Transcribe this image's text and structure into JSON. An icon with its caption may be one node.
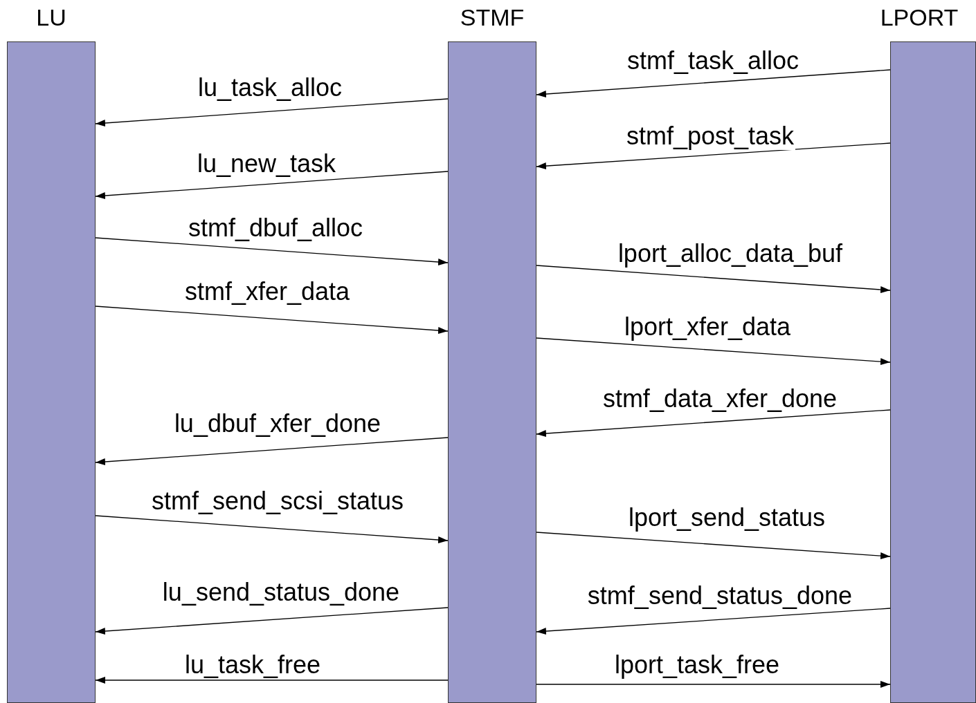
{
  "diagram": {
    "nodes": [
      {
        "text": [
          "LU"
        ]
      },
      {
        "text": [
          "STMF"
        ]
      },
      {
        "text": [
          "LPORT"
        ]
      }
    ],
    "edges": [
      {
        "from": 2,
        "to": 1,
        "arrow": "to",
        "label": "stmf_task_alloc"
      },
      {
        "from": 1,
        "to": 0,
        "arrow": "to",
        "label": "lu_task_alloc"
      },
      {
        "from": 2,
        "to": 1,
        "arrow": "to",
        "label": "stmf_post_task"
      },
      {
        "from": 1,
        "to": 0,
        "arrow": "to",
        "label": "lu_new_task"
      },
      {
        "from": 0,
        "to": 1,
        "arrow": "to",
        "label": "stmf_dbuf_alloc"
      },
      {
        "from": 1,
        "to": 2,
        "arrow": "to",
        "label": "lport_alloc_data_buf"
      },
      {
        "from": 0,
        "to": 1,
        "arrow": "to",
        "label": "stmf_xfer_data"
      },
      {
        "from": 1,
        "to": 2,
        "arrow": "to",
        "label": "lport_xfer_data"
      },
      {
        "from": 2,
        "to": 1,
        "arrow": "to",
        "label": "stmf_data_xfer_done"
      },
      {
        "from": 1,
        "to": 0,
        "arrow": "to",
        "label": "lu_dbuf_xfer_done"
      },
      {
        "from": 0,
        "to": 1,
        "arrow": "to",
        "label": "stmf_send_scsi_status"
      },
      {
        "from": 1,
        "to": 2,
        "arrow": "to",
        "label": "lport_send_status"
      },
      {
        "from": 1,
        "to": 0,
        "arrow": "to",
        "label": "lu_send_status_done"
      },
      {
        "from": 2,
        "to": 1,
        "arrow": "to",
        "label": "stmf_send_status_done"
      },
      {
        "from": 1,
        "to": 0,
        "arrow": "to",
        "label": "lu_task_free"
      },
      {
        "from": 1,
        "to": 2,
        "arrow": "to",
        "label": "lport_task_free"
      }
    ]
  }
}
